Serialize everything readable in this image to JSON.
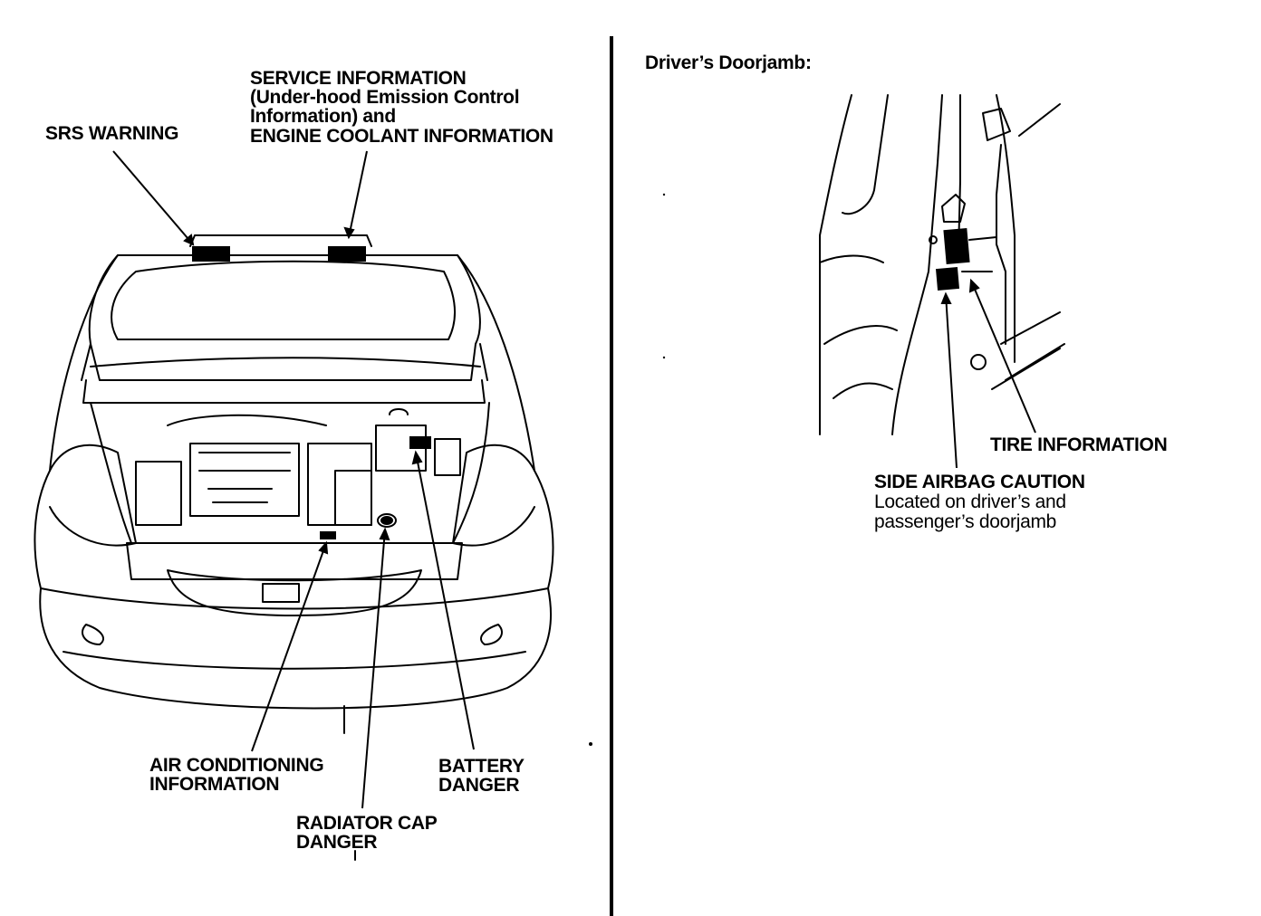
{
  "left_panel": {
    "srs_warning": "SRS WARNING",
    "service_info": {
      "line1": "SERVICE INFORMATION",
      "line2": "(Under-hood Emission Control",
      "line3": "Information) and",
      "line4": "ENGINE COOLANT INFORMATION"
    },
    "air_conditioning": {
      "line1": "AIR CONDITIONING",
      "line2": "INFORMATION"
    },
    "radiator_cap": {
      "line1": "RADIATOR CAP",
      "line2": "DANGER"
    },
    "battery": {
      "line1": "BATTERY",
      "line2": "DANGER"
    }
  },
  "right_panel": {
    "title": "Driver’s Doorjamb:",
    "tire_info": "TIRE INFORMATION",
    "side_airbag": {
      "line1": "SIDE AIRBAG CAUTION",
      "line2": "Located on driver’s and",
      "line3": "passenger’s doorjamb"
    }
  }
}
